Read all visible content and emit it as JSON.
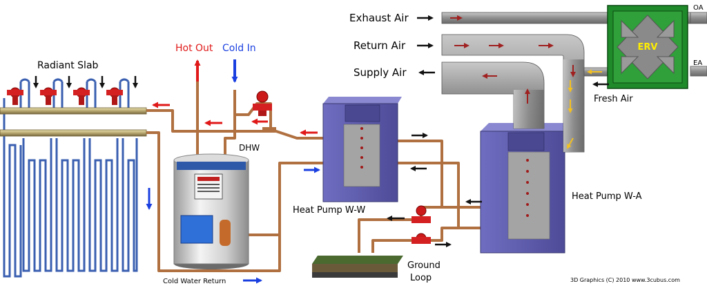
{
  "labels": {
    "radiant_slab": "Radiant Slab",
    "hot_out": "Hot Out",
    "cold_in": "Cold In",
    "dhw": "DHW",
    "exhaust_air": "Exhaust Air",
    "return_air": "Return Air",
    "supply_air": "Supply Air",
    "fresh_air": "Fresh Air",
    "oa": "OA",
    "ea": "EA",
    "erv": "ERV",
    "heat_pump_ww": "Heat Pump W-W",
    "heat_pump_wa": "Heat Pump W-A",
    "ground_loop_line1": "Ground",
    "ground_loop_line2": "Loop",
    "cold_water_return": "Cold Water Return",
    "credit": "3D Graphics (C) 2010  www.3cubus.com"
  },
  "colors": {
    "hot": "#e01818",
    "cold": "#1a3fe0",
    "pipe": "#b07040",
    "tube_blue": "#3a5fb0",
    "heat_pump": "#5c5aa8",
    "duct": "#9a9a9a",
    "erv_green": "#1f8a2a",
    "supply_arrow": "#f2c020"
  }
}
